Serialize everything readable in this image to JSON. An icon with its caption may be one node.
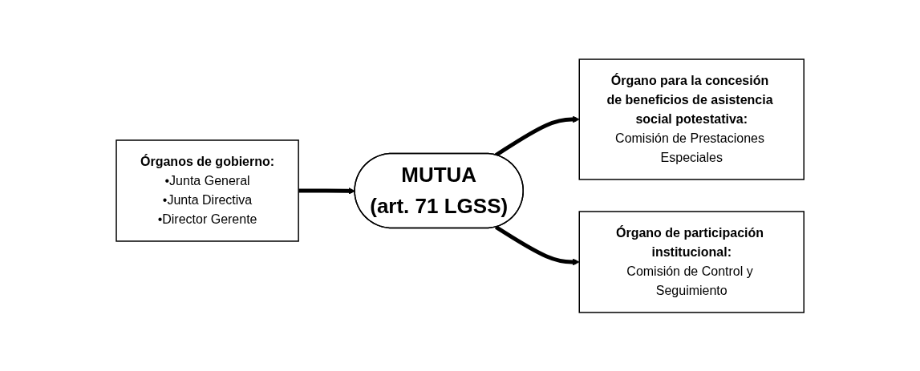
{
  "diagram": {
    "nodes": [
      {
        "text": [
          "Órganos de gobierno:",
          "•Junta General",
          "•Junta Directiva",
          "•Director Gerente"
        ]
      },
      {
        "text": [
          "MUTUA",
          "(art. 71 LGSS)"
        ]
      },
      {
        "text": [
          "Órgano para la concesión de beneficios de asistencia social potestativa:",
          "Comisión de Prestaciones Especiales"
        ]
      },
      {
        "text": [
          "Órgano de participación institucional:",
          "Comisión de Control y Seguimiento"
        ]
      }
    ],
    "edges": [
      {
        "from": 0,
        "to": 1,
        "arrow": "to"
      },
      {
        "from": 1,
        "to": 2,
        "arrow": "to"
      },
      {
        "from": 1,
        "to": 3,
        "arrow": "to"
      }
    ]
  }
}
